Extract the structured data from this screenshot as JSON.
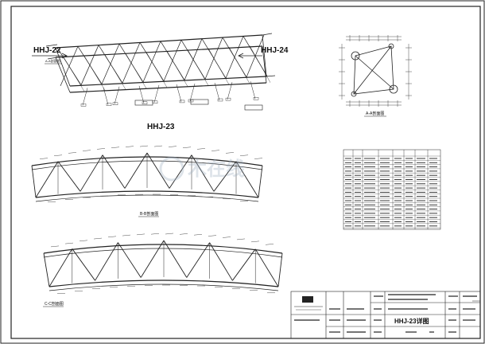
{
  "drawing": {
    "truss_left_label": "HHJ-22",
    "truss_right_label": "HHJ-24",
    "main_label": "HHJ-23",
    "section_a_caption": "A-A剖面图",
    "section_b_caption": "B-B剖面图",
    "section_c_caption": "C-C剖面图"
  },
  "title_block": {
    "drawing_title": "HHJ-23详图"
  },
  "watermark": {
    "text": "木在线",
    "color": "#9fb0c2"
  },
  "colors": {
    "lines": "#222222",
    "background": "#ffffff"
  }
}
